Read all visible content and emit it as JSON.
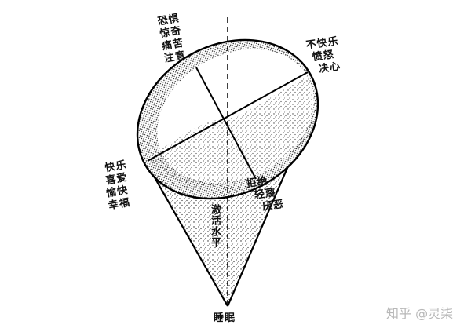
{
  "labels": {
    "top_left": [
      "恐惧",
      "惊奇",
      "痛苦",
      "注意"
    ],
    "top_right": [
      "不快乐",
      "愤怒",
      "决心"
    ],
    "left": [
      "快乐",
      "喜爱",
      "愉快",
      "幸福"
    ],
    "right": [
      "拒绝",
      "轻蔑",
      "厌恶"
    ],
    "axis": "激活水平",
    "bottom": "睡眠"
  },
  "watermark": "知乎 @灵柒",
  "colors": {
    "ink": "#111111",
    "watermark": "#b8b8b8",
    "background": "#ffffff"
  }
}
